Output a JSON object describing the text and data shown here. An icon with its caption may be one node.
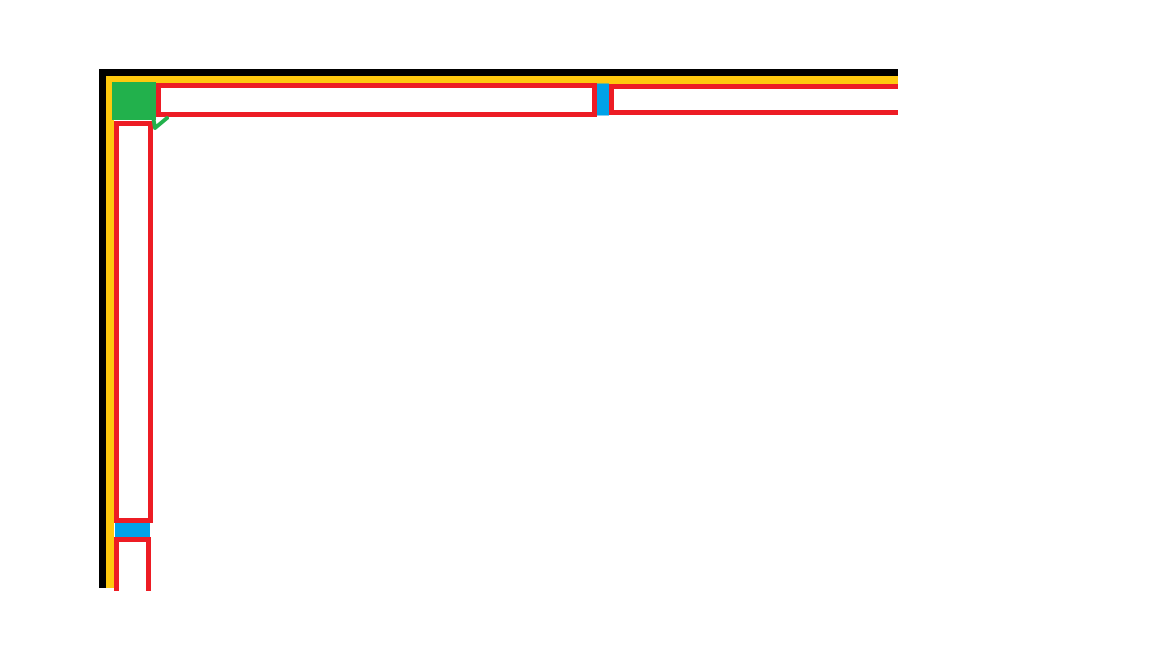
{
  "diagram": {
    "nodes": [
      {
        "text": [],
        "shape": "box"
      },
      {
        "text": [],
        "shape": "box"
      },
      {
        "text": [],
        "shape": "box"
      },
      {
        "text": [],
        "shape": "box"
      },
      {
        "text": [],
        "shape": "box"
      }
    ],
    "edges": [
      {
        "from": 1,
        "to": 2,
        "arrow": "none"
      },
      {
        "from": 3,
        "to": 4,
        "arrow": "none"
      }
    ]
  }
}
